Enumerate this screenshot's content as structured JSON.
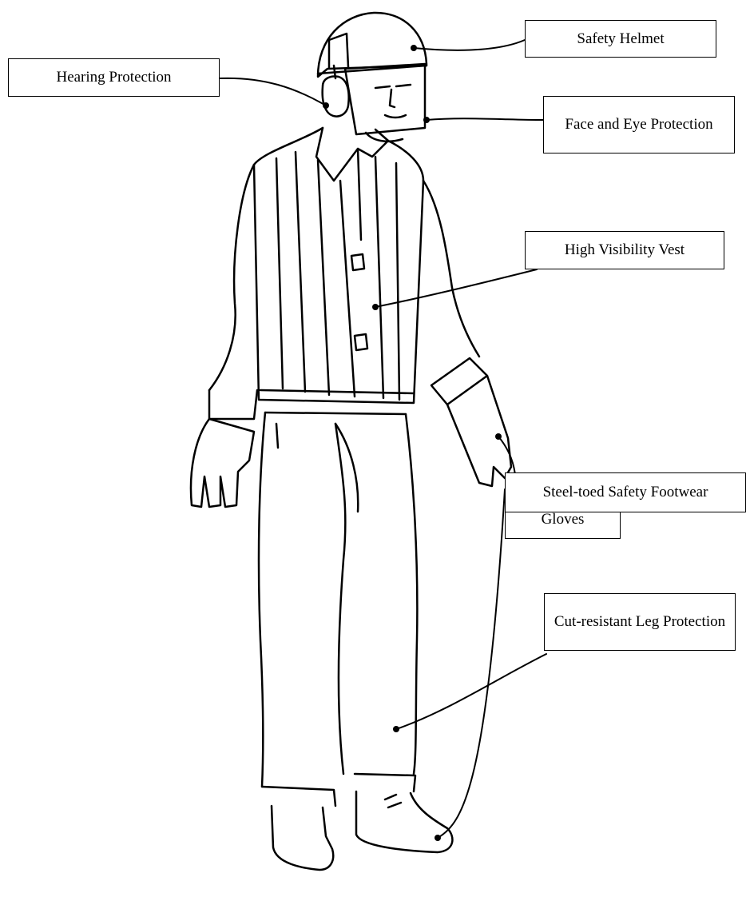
{
  "labels": {
    "safety_helmet": "Safety Helmet",
    "hearing_protection": "Hearing Protection",
    "face_eye_protection": "Face and Eye Protection",
    "high_visibility_vest": "High Visibility Vest",
    "gloves": "Gloves",
    "leg_protection": "Cut-resistant Leg Protection",
    "safety_footwear": "Steel-toed Safety Footwear"
  },
  "colors": {
    "line": "#000000",
    "background": "#ffffff"
  }
}
